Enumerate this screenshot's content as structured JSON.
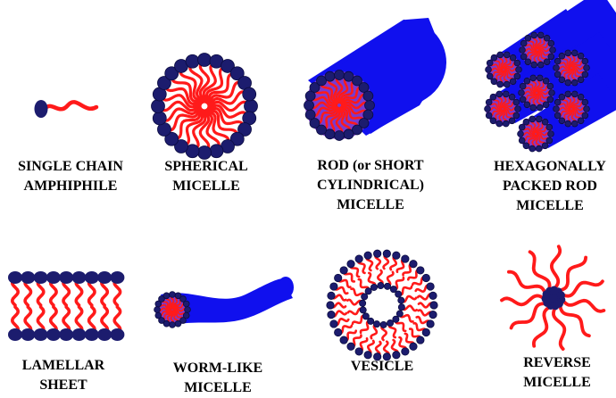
{
  "colors": {
    "headgroup": "#1c1c6e",
    "tail": "#ff1a1a",
    "rod": "#1010ee",
    "rod_core": "#7a3ad0",
    "text": "#000000"
  },
  "structures": [
    {
      "id": "single-chain",
      "label": [
        "SINGLE CHAIN",
        "AMPHIPHILE"
      ]
    },
    {
      "id": "spherical",
      "label": [
        "SPHERICAL",
        "MICELLE"
      ]
    },
    {
      "id": "rod",
      "label": [
        "ROD (or SHORT",
        "CYLINDRICAL)",
        "MICELLE"
      ]
    },
    {
      "id": "hexagonal",
      "label": [
        "HEXAGONALLY",
        "PACKED ROD",
        "MICELLE"
      ]
    },
    {
      "id": "lamellar",
      "label": [
        "LAMELLAR",
        "SHEET"
      ]
    },
    {
      "id": "worm",
      "label": [
        "WORM-LIKE",
        "MICELLE"
      ]
    },
    {
      "id": "vesicle",
      "label": [
        "VESICLE"
      ]
    },
    {
      "id": "reverse",
      "label": [
        "REVERSE",
        "MICELLE"
      ]
    }
  ]
}
